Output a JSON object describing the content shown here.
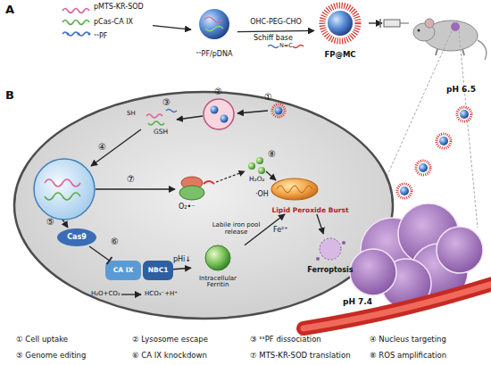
{
  "diagram": {
    "nodes": [
      {
        "text": [
          "pMTS-KR-SOD",
          "pCas-CA IX",
          "ˢˢPF"
        ]
      },
      {
        "text": [
          "ˢˢPF/pDNA"
        ]
      },
      {
        "text": [
          "FP@MC"
        ]
      },
      {
        "text": [
          "Cas9"
        ]
      },
      {
        "text": [
          "CA IX"
        ]
      },
      {
        "text": [
          "NBC1"
        ]
      },
      {
        "text": [
          "Intracellular Ferritin"
        ]
      },
      {
        "text": [
          "Lipid Peroxide Burst"
        ]
      },
      {
        "text": [
          "Ferroptosis"
        ]
      }
    ],
    "edges": [
      {
        "from": 0,
        "to": 1,
        "arrow": "to"
      },
      {
        "from": 1,
        "to": 2,
        "arrow": "to",
        "label": "OHC-PEG-CHO"
      },
      {
        "from": 3,
        "to": 4,
        "arrow": "none"
      },
      {
        "from": 5,
        "to": 6,
        "arrow": "to",
        "label": "pHi↓"
      },
      {
        "from": 6,
        "to": 7,
        "arrow": "to",
        "label": "Labile iron pool release"
      },
      {
        "from": 7,
        "to": 8,
        "arrow": "to"
      }
    ],
    "labels": [
      "A",
      "Schiff base",
      "N=C",
      "B",
      "pH 6.5",
      "pH 7.4",
      "①",
      "②",
      "③",
      "④",
      "⑤",
      "⑥",
      "⑦",
      "⑧",
      "GSH",
      "SH",
      "O₂•⁻",
      "H₂O₂",
      "·OH",
      "Fe²⁺",
      "H₂O+CO₂",
      "HCO₃⁻+H⁺"
    ],
    "legend": [
      {
        "text": "① Cell uptake"
      },
      {
        "text": "② Lysosome escape"
      },
      {
        "text": "③ ˢˢPF dissociation"
      },
      {
        "text": "④ Nucleus targeting"
      },
      {
        "text": "⑤ Genome editing"
      },
      {
        "text": "⑥ CA IX knockdown"
      },
      {
        "text": "⑦ MTS-KR-SOD translation"
      },
      {
        "text": "⑧ ROS amplification"
      }
    ]
  }
}
